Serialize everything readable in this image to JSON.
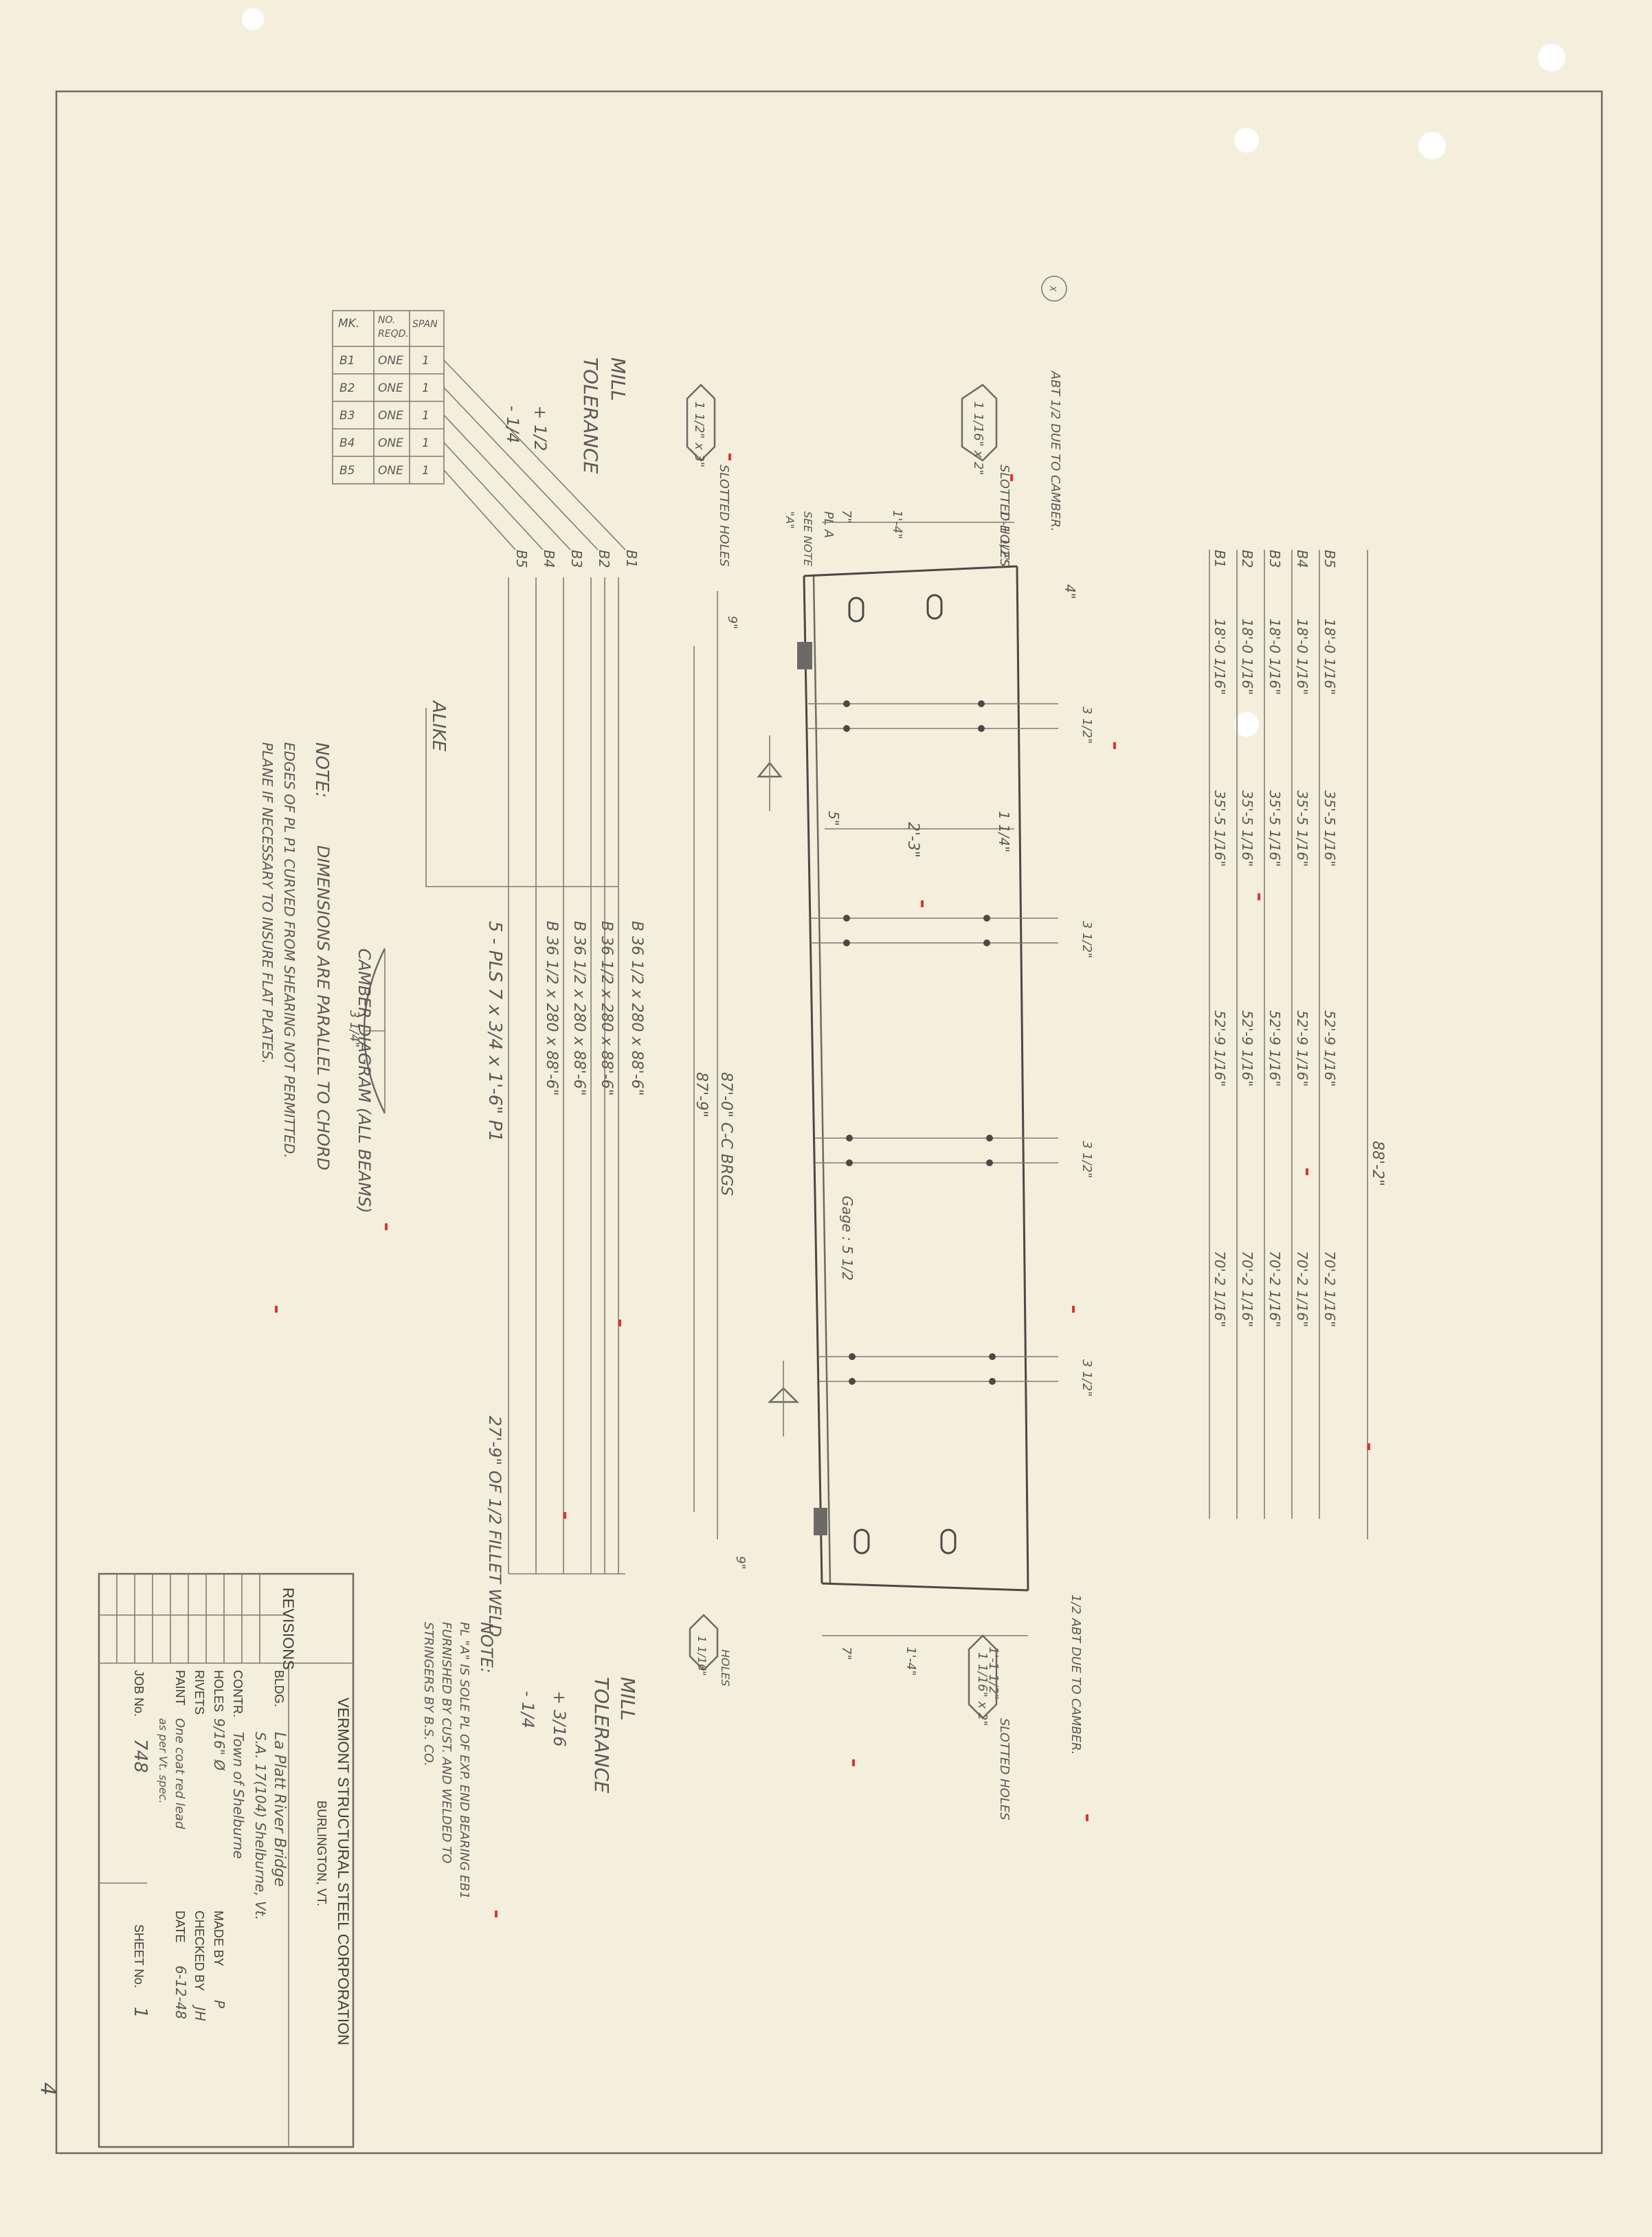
{
  "drawing": {
    "stamp": "X",
    "alike": "ALIKE",
    "weld_note": "27'-9\" OF 1/2 FILLET WELD",
    "page_number": "4"
  },
  "mark_table": {
    "headers": [
      "MK.",
      "NO.",
      "REQD.",
      "SPAN"
    ],
    "rows": [
      [
        "B1",
        "ONE",
        "1"
      ],
      [
        "B2",
        "ONE",
        "1"
      ],
      [
        "B3",
        "ONE",
        "1"
      ],
      [
        "B4",
        "ONE",
        "1"
      ],
      [
        "B5",
        "ONE",
        "1"
      ]
    ]
  },
  "marks": [
    "B1",
    "B2",
    "B3",
    "B4",
    "B5"
  ],
  "left_tolerance": {
    "title": "MILL",
    "subtitle": "TOLERANCE",
    "plus": "+ 1/2",
    "minus": "- 1/4"
  },
  "right_tolerance": {
    "title": "MILL",
    "subtitle": "TOLERANCE",
    "plus": "+ 3/16",
    "minus": "- 1/4"
  },
  "plates": [
    "B 36 1/2 x 280 x 88'-6\"",
    "B 36 1/2 x 280 x 88'-6\"",
    "B 36 1/2 x 280 x 88'-6\"",
    "B 36 1/2 x 280 x 88'-6\"",
    "5 - PLS 7 x 3/4 x 1'-6\" P1"
  ],
  "camber": {
    "title": "CAMBER DIAGRAM (ALL BEAMS)",
    "value": "3 1/4\""
  },
  "note_left": {
    "title": "NOTE:",
    "line1": "DIMENSIONS ARE PARALLEL TO CHORD",
    "line2": "EDGES OF PL P1 CURVED FROM SHEARING NOT PERMITTED.",
    "line3": "PLANE IF NECESSARY TO INSURE FLAT PLATES."
  },
  "note_right": {
    "title": "NOTE:",
    "line1": "PL \"A\" IS SOLE PL OF EXP. END BEARING EB1",
    "line2": "FURNISHED BY CUST. AND WELDED TO",
    "line3": "STRINGERS BY B.S. CO."
  },
  "dims": {
    "mid_width": "2'-3\"",
    "edge_a": "5\"",
    "edge_b": "1 1/4\"",
    "stiff_gap": "3 1/2\"",
    "top_gap": "4\"",
    "overall": "88'-2\"",
    "cc_brgs": "87'-0\" C-C BRGS",
    "plate_len": "87'-9\"",
    "gage": "Gage : 5 1/2",
    "end_7": "7\"",
    "end_1_4": "1'-4\"",
    "end_1_1_2": "1'-1 1/2\"",
    "nine": "9\""
  },
  "b_dims": [
    [
      "18'-0 1/16\"",
      "35'-5 1/16\"",
      "52'-9 1/16\"",
      "70'-2 1/16\""
    ],
    [
      "18'-0 1/16\"",
      "35'-5 1/16\"",
      "52'-9 1/16\"",
      "70'-2 1/16\""
    ],
    [
      "18'-0 1/16\"",
      "35'-5 1/16\"",
      "52'-9 1/16\"",
      "70'-2 1/16\""
    ],
    [
      "18'-0 1/16\"",
      "35'-5 1/16\"",
      "52'-9 1/16\"",
      "70'-2 1/16\""
    ],
    [
      "18'-0 1/16\"",
      "35'-5 1/16\"",
      "52'-9 1/16\"",
      "70'-2 1/16\""
    ]
  ],
  "callouts": {
    "slot_a": "1 1/16\" x 2\"",
    "slot_b": "1 1/2\" x 3\"",
    "slotted_holes": "SLOTTED HOLES",
    "camber_note_top": "ABT 1/2 DUE TO CAMBER.",
    "camber_note_bottom": "1/2 ABT DUE TO CAMBER.",
    "plate_a": "PL A",
    "see_note": "SEE NOTE",
    "a_ref": "\"A\"",
    "hole_b": "1 1/16\"",
    "holes": "HOLES"
  },
  "title_block": {
    "revisions": "REVISIONS",
    "company": "VERMONT STRUCTURAL STEEL CORPORATION",
    "city": "BURLINGTON, VT.",
    "bldg_label": "BLDG.",
    "bldg": "La Platt River Bridge",
    "bldg2": "S.A. 17(104) Shelburne, Vt.",
    "contr_label": "CONTR.",
    "contr": "Town of Shelburne",
    "holes_label": "HOLES",
    "holes": "9/16\" Ø",
    "made_by_label": "MADE BY",
    "made_by": "P",
    "rivets_label": "RIVETS",
    "checked_by_label": "CHECKED BY",
    "checked_by": "JH",
    "paint_label": "PAINT",
    "paint": "One coat red lead",
    "paint2": "as per Vt. spec.",
    "date_label": "DATE",
    "date": "6-12-48",
    "job_label": "JOB No.",
    "job": "748",
    "sheet_label": "SHEET No.",
    "sheet": "1"
  }
}
